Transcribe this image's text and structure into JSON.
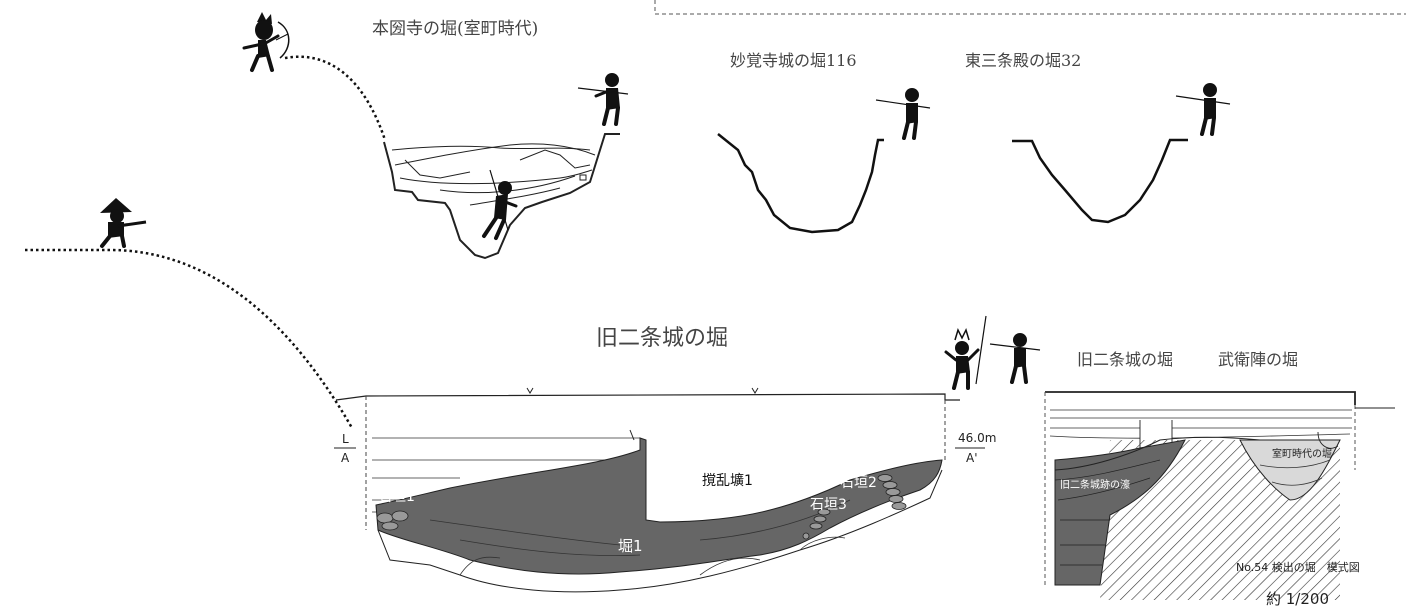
{
  "titles": {
    "honkokuji": "本圀寺の堀(室町時代)",
    "myokakuji": "妙覚寺城の堀116",
    "higashisanjo": "東三条殿の堀32",
    "kyu_nijo_main": "旧二条城の堀",
    "kyu_nijo_small": "旧二条城の堀",
    "buei_jin": "武衛陣の堀"
  },
  "section_labels": {
    "L": "L",
    "A": "A",
    "elevation": "46.0m",
    "A_prime": "A'",
    "kakuran": "撹乱壙1",
    "ishigaki1": "石垣1",
    "ishigaki2": "石垣2",
    "ishigaki3": "石垣3",
    "hori1": "堀1"
  },
  "schematic_labels": {
    "muromachi_hori": "室町時代の堀",
    "kyu_nijo_ato": "旧二条城跡の濠",
    "caption": "No.54 検出の堀　模式図"
  },
  "scale": "約 1/200",
  "colors": {
    "fill": "#666666",
    "line": "#222222",
    "light_fill": "#d9d9d9",
    "figure": "#111111"
  },
  "icons": [
    "archer-figure",
    "lookout-figure",
    "spear-figure",
    "crouching-soldier-figure",
    "climbing-figure"
  ]
}
